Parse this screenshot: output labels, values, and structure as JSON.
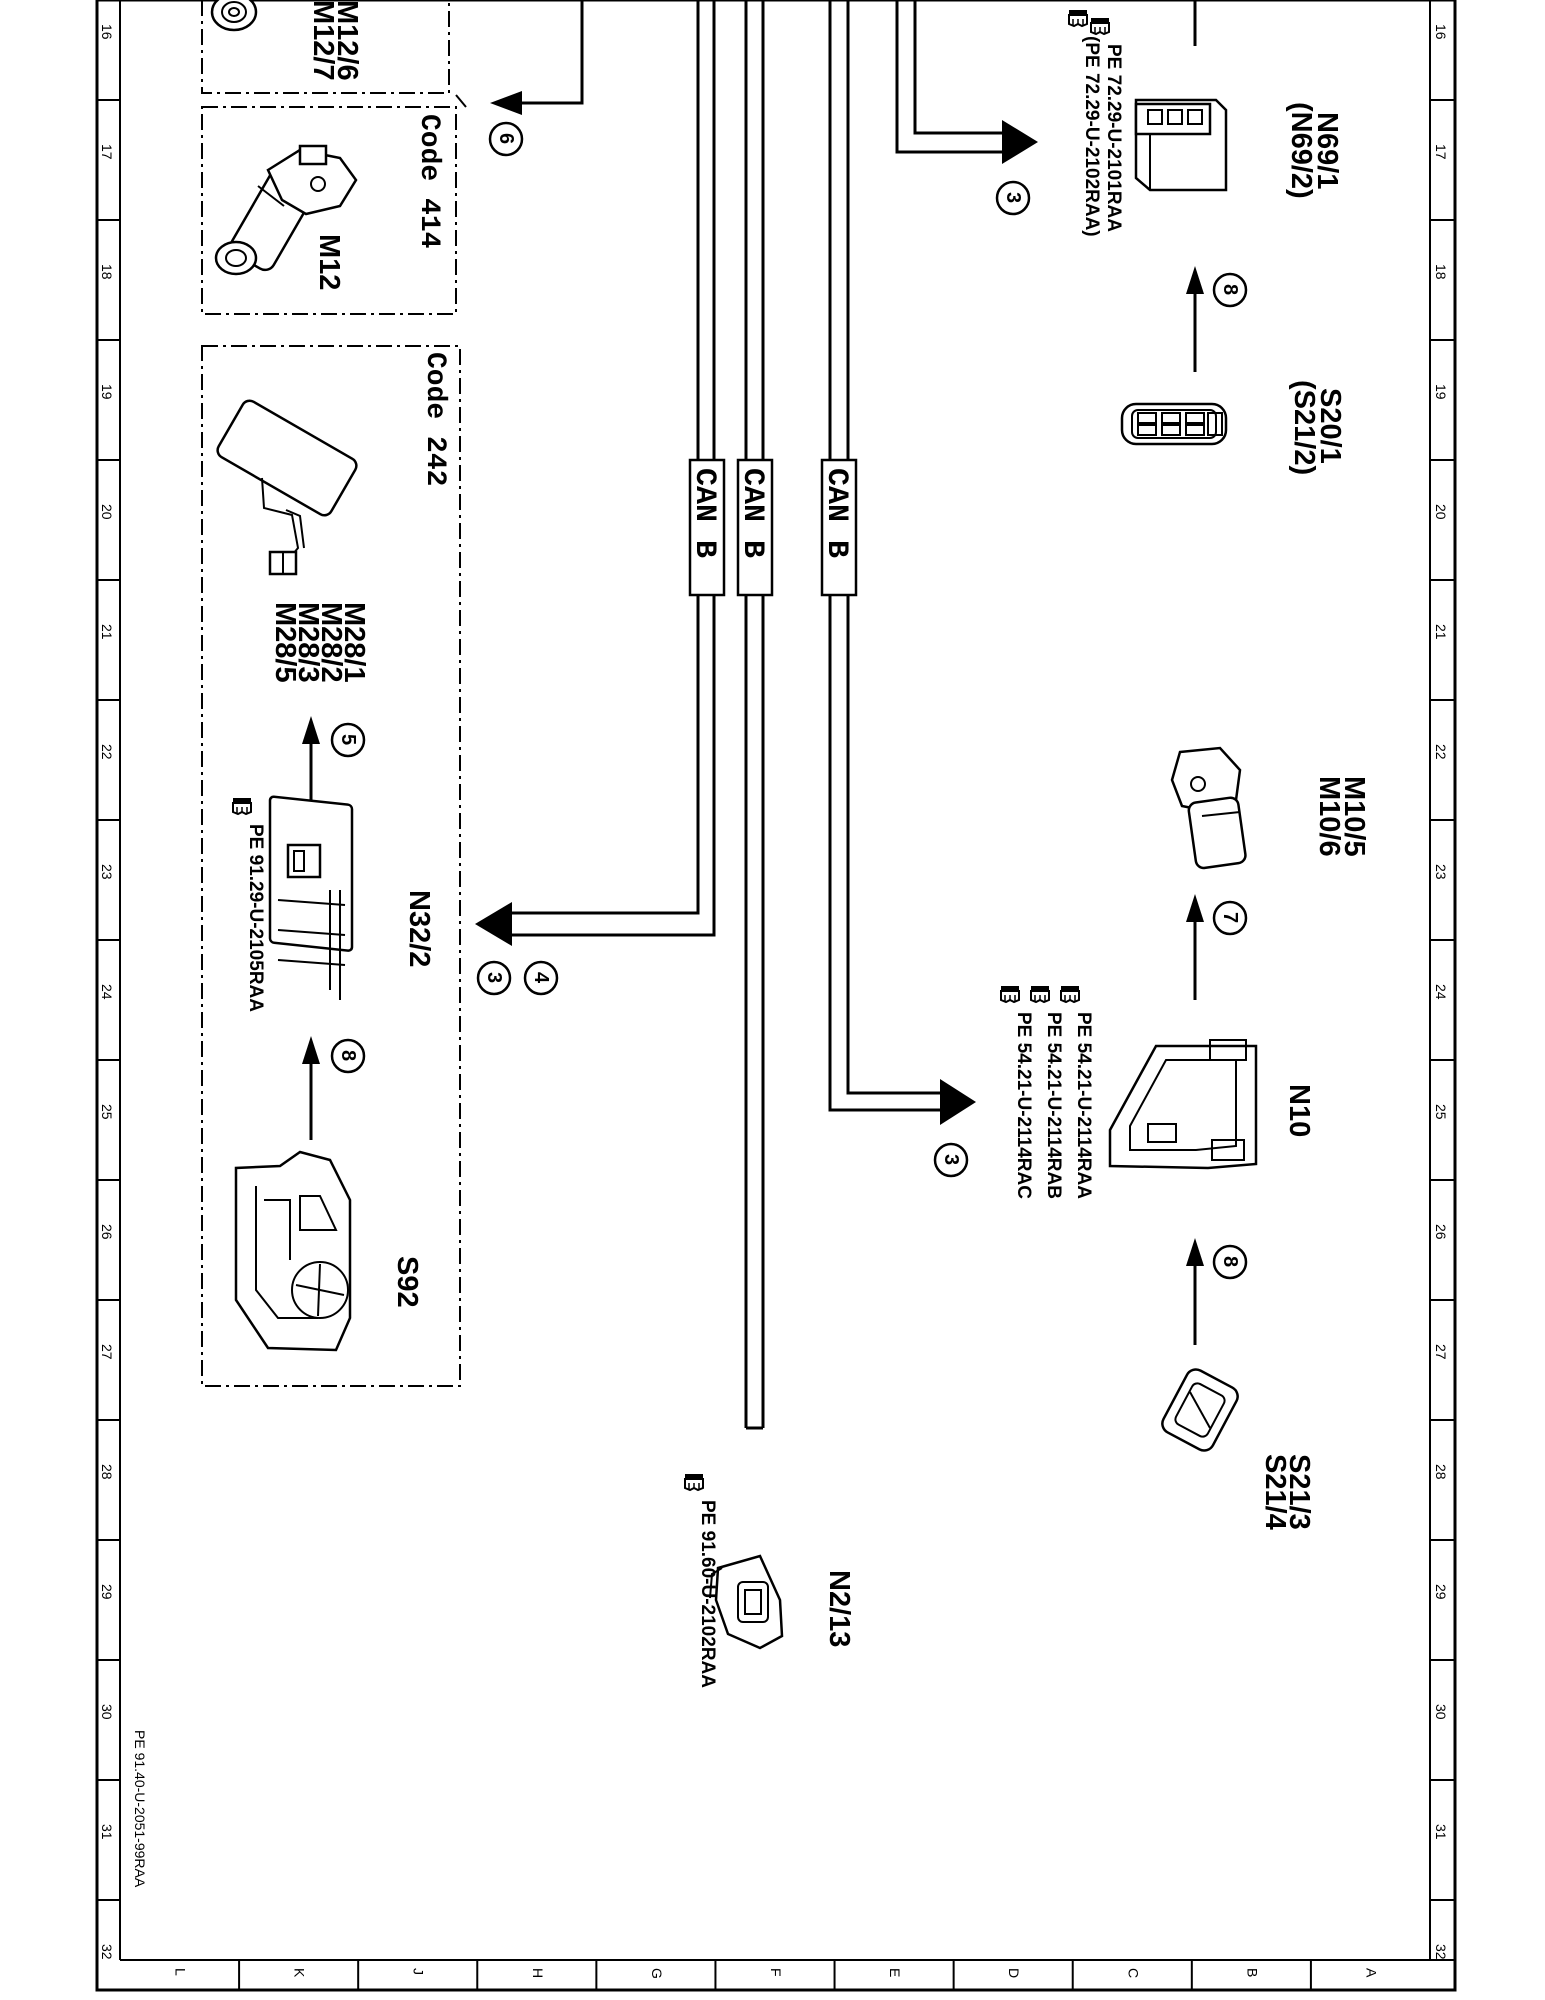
{
  "diagram": {
    "components": [
      {
        "id": "m12-6",
        "lines": [
          "M12/6",
          "M12/7"
        ]
      },
      {
        "id": "m12",
        "lines": [
          "M12"
        ]
      },
      {
        "id": "m28",
        "lines": [
          "M28/1",
          "M28/2",
          "M28/3",
          "M28/5"
        ]
      },
      {
        "id": "n32-2",
        "lines": [
          "N32/2"
        ]
      },
      {
        "id": "s92",
        "lines": [
          "S92"
        ]
      },
      {
        "id": "n2-13",
        "lines": [
          "N2/13"
        ]
      },
      {
        "id": "n69-1",
        "lines": [
          "N69/1",
          "(N69/2)"
        ]
      },
      {
        "id": "s20-1",
        "lines": [
          "S20/1",
          "(S21/2)"
        ]
      },
      {
        "id": "m10-5",
        "lines": [
          "M10/5",
          "M10/6"
        ]
      },
      {
        "id": "n10",
        "lines": [
          "N10"
        ]
      },
      {
        "id": "s21-3",
        "lines": [
          "S21/3",
          "S21/4"
        ]
      }
    ],
    "references": {
      "n69": [
        "PE 72.29-U-2101RAA",
        "(PE 72.29-U-2102RAA)"
      ],
      "n10": [
        "PE 54.21-U-2114RAA",
        "PE 54.21-U-2114RAB",
        "PE 54.21-U-2114RAC"
      ],
      "n32": [
        "PE 91.29-U-2105RAA"
      ],
      "n2": [
        "PE 91.60-U-2102RAA"
      ]
    },
    "code_boxes": [
      {
        "id": "code-414",
        "label": "Code 414"
      },
      {
        "id": "code-242",
        "label": "Code 242"
      }
    ],
    "bus_label": "CAN B",
    "circled_numbers": {
      "c6": "6",
      "c3a": "3",
      "c8a": "8",
      "c5": "5",
      "c4": "4",
      "c3b": "3",
      "c8b": "8",
      "c7": "7",
      "c3c": "3",
      "c8c": "8"
    },
    "doc_id": "PE 91.40-U-2051-99RAA",
    "grid_numbers": [
      "16",
      "17",
      "18",
      "19",
      "20",
      "21",
      "22",
      "23",
      "24",
      "25",
      "26",
      "27",
      "28",
      "29",
      "30",
      "31",
      "32"
    ],
    "grid_letters": [
      "L",
      "K",
      "J",
      "H",
      "G",
      "F",
      "E",
      "D",
      "C",
      "B",
      "A"
    ]
  }
}
